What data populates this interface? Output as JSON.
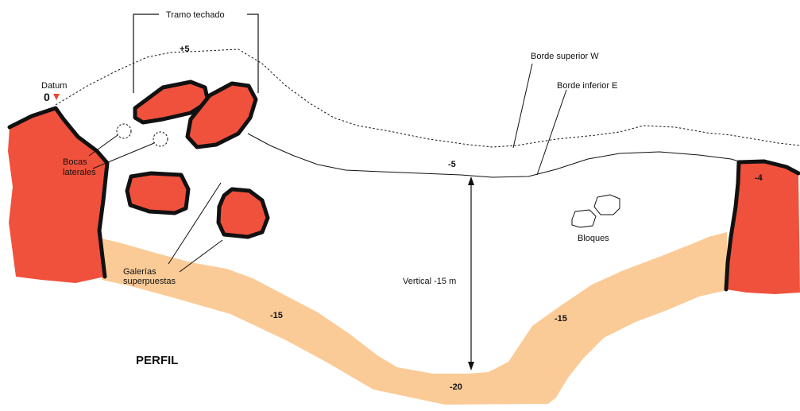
{
  "labels": {
    "roofed_section": "Tramo techado",
    "plus5": "+5",
    "datum": "Datum",
    "zero": "0",
    "upper_edge_w": "Borde superior W",
    "lower_edge_e": "Borde inferior E",
    "lateral_mouths_1": "Bocas",
    "lateral_mouths_2": "laterales",
    "minus5": "-5",
    "minus4": "-4",
    "blocks": "Bloques",
    "vertical": "Vertical -15 m",
    "galleries_1": "Galerías",
    "galleries_2": "superpuestas",
    "minus15_left": "-15",
    "minus15_right": "-15",
    "minus20": "-20",
    "profile": "PERFIL"
  },
  "colors": {
    "rock": "#f0513c",
    "sediment": "#fbcb97",
    "outline": "#111111",
    "datum_marker": "#e8472f"
  }
}
